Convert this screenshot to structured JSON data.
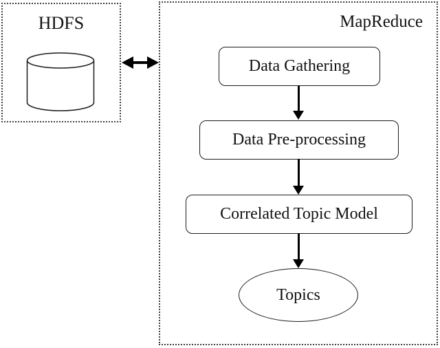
{
  "diagram": {
    "hdfs_panel": {
      "title": "HDFS",
      "icon": "database-cylinder-icon"
    },
    "link": {
      "type": "bidirectional-arrow"
    },
    "mapreduce_panel": {
      "title": "MapReduce",
      "steps": [
        {
          "label": "Data Gathering"
        },
        {
          "label": "Data Pre-processing"
        },
        {
          "label": "Correlated Topic Model"
        }
      ],
      "output": {
        "label": "Topics",
        "shape": "ellipse"
      }
    },
    "colors": {
      "background": "#ffffff",
      "solid_stroke": "#1a1a1a",
      "dashed_border": "#3f3f3f",
      "arrow": "#000000"
    }
  }
}
